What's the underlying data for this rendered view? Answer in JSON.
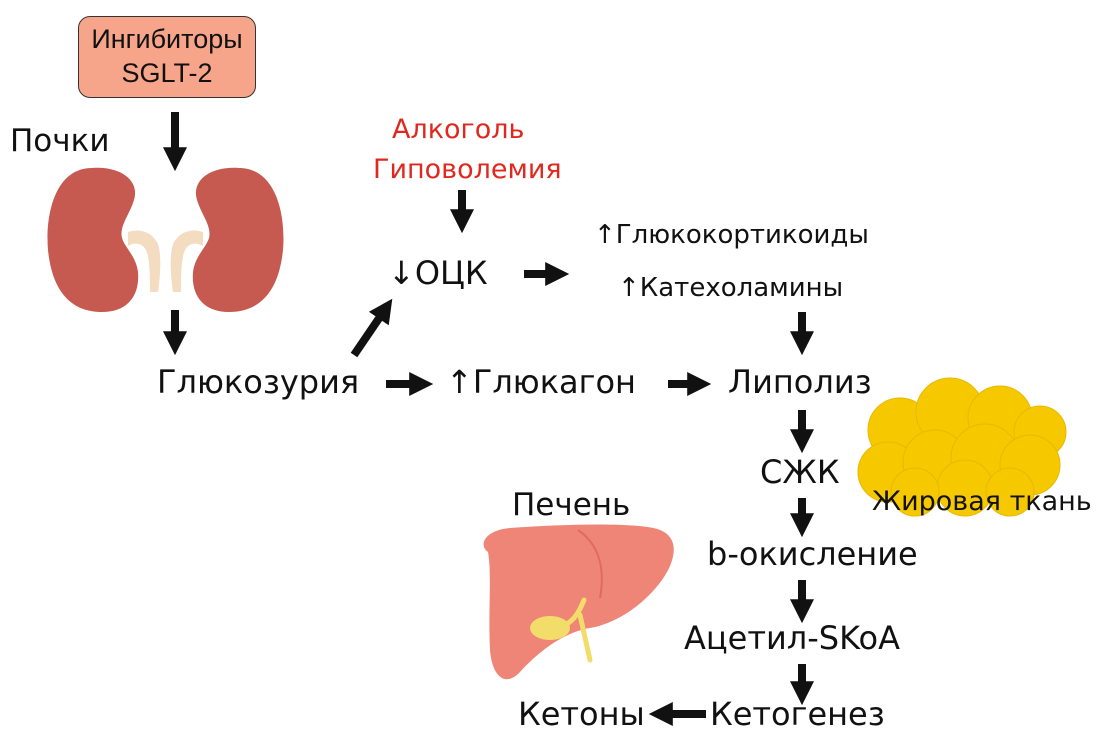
{
  "inhibitor": {
    "line1": "Ингибиторы",
    "line2": "SGLT-2"
  },
  "organs": {
    "kidneys": "Почки",
    "liver": "Печень",
    "fat": "Жировая ткань"
  },
  "triggers": {
    "alcohol": "Алкоголь",
    "hypovolemia": "Гиповолемия"
  },
  "nodes": {
    "bcv": "↓ОЦК",
    "glucocorticoids": "↑Глюкокортикоиды",
    "catecholamines": "↑Катехоламины",
    "glucosuria": "Глюкозурия",
    "glucagon": "↑Глюкагон",
    "lipolysis": "Липолиз",
    "ffa": "СЖК",
    "beta_oxidation": "b-окисление",
    "acetyl_coa": "Ацетил-SKoA",
    "ketogenesis": "Кетогенез",
    "ketones": "Кетоны"
  },
  "colors": {
    "box": "#f7a58a",
    "trigger_text": "#e0281e",
    "kidney": "#c75a50",
    "liver": "#ef8577",
    "fat": "#f5c800",
    "arrow": "#111111"
  }
}
